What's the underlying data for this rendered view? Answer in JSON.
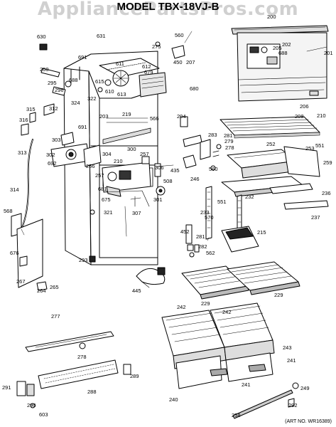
{
  "watermark": "AppliancePartsPros.com",
  "title": "MODEL TBX-18VJ-B",
  "art_number": "(ART NO. WR16389)",
  "parts": [
    {
      "id": "p630",
      "label": "630"
    },
    {
      "id": "p631",
      "label": "631"
    },
    {
      "id": "p560a",
      "label": "560"
    },
    {
      "id": "p200",
      "label": "200"
    },
    {
      "id": "p202",
      "label": "202"
    },
    {
      "id": "p205",
      "label": "205"
    },
    {
      "id": "p688a",
      "label": "688"
    },
    {
      "id": "p201",
      "label": "201"
    },
    {
      "id": "p275",
      "label": "275"
    },
    {
      "id": "p612",
      "label": "612"
    },
    {
      "id": "p679",
      "label": "679"
    },
    {
      "id": "p611",
      "label": "611"
    },
    {
      "id": "p691a",
      "label": "691"
    },
    {
      "id": "p450",
      "label": "450"
    },
    {
      "id": "p207",
      "label": "207"
    },
    {
      "id": "p260",
      "label": "260"
    },
    {
      "id": "p295",
      "label": "295"
    },
    {
      "id": "p296",
      "label": "296"
    },
    {
      "id": "p688b",
      "label": "688"
    },
    {
      "id": "p615",
      "label": "615"
    },
    {
      "id": "p610",
      "label": "610"
    },
    {
      "id": "p613",
      "label": "613"
    },
    {
      "id": "p322",
      "label": "322"
    },
    {
      "id": "p680",
      "label": "680"
    },
    {
      "id": "p324",
      "label": "324"
    },
    {
      "id": "p315",
      "label": "315"
    },
    {
      "id": "p312",
      "label": "312"
    },
    {
      "id": "p316",
      "label": "316"
    },
    {
      "id": "p206",
      "label": "206"
    },
    {
      "id": "p208",
      "label": "208"
    },
    {
      "id": "p210",
      "label": "210"
    },
    {
      "id": "p203",
      "label": "203"
    },
    {
      "id": "p219",
      "label": "219"
    },
    {
      "id": "p566",
      "label": "566"
    },
    {
      "id": "p204",
      "label": "204"
    },
    {
      "id": "p691b",
      "label": "691"
    },
    {
      "id": "p303",
      "label": "303"
    },
    {
      "id": "p283",
      "label": "283"
    },
    {
      "id": "p281a",
      "label": "281"
    },
    {
      "id": "p279",
      "label": "279"
    },
    {
      "id": "p278",
      "label": "278"
    },
    {
      "id": "p252",
      "label": "252"
    },
    {
      "id": "p253",
      "label": "253"
    },
    {
      "id": "p551a",
      "label": "551"
    },
    {
      "id": "p313",
      "label": "313"
    },
    {
      "id": "p302",
      "label": "302"
    },
    {
      "id": "p304",
      "label": "304"
    },
    {
      "id": "p300",
      "label": "300"
    },
    {
      "id": "p257a",
      "label": "257"
    },
    {
      "id": "p692",
      "label": "692"
    },
    {
      "id": "p256",
      "label": "256"
    },
    {
      "id": "p210b",
      "label": "210"
    },
    {
      "id": "p306",
      "label": "306"
    },
    {
      "id": "p435",
      "label": "435"
    },
    {
      "id": "p560b",
      "label": "560"
    },
    {
      "id": "p259",
      "label": "259"
    },
    {
      "id": "p257b",
      "label": "257"
    },
    {
      "id": "p681",
      "label": "681"
    },
    {
      "id": "p508",
      "label": "508"
    },
    {
      "id": "p246",
      "label": "246"
    },
    {
      "id": "p236",
      "label": "236"
    },
    {
      "id": "p314",
      "label": "314"
    },
    {
      "id": "p568",
      "label": "568"
    },
    {
      "id": "p675",
      "label": "675"
    },
    {
      "id": "p301",
      "label": "301"
    },
    {
      "id": "p551b",
      "label": "551"
    },
    {
      "id": "p232",
      "label": "232"
    },
    {
      "id": "p237",
      "label": "237"
    },
    {
      "id": "p307",
      "label": "307"
    },
    {
      "id": "p321",
      "label": "321"
    },
    {
      "id": "p233",
      "label": "233"
    },
    {
      "id": "p570",
      "label": "570"
    },
    {
      "id": "p452",
      "label": "452"
    },
    {
      "id": "p281b",
      "label": "281"
    },
    {
      "id": "p282",
      "label": "282"
    },
    {
      "id": "p562",
      "label": "562"
    },
    {
      "id": "p215",
      "label": "215"
    },
    {
      "id": "p676",
      "label": "676"
    },
    {
      "id": "p293",
      "label": "293"
    },
    {
      "id": "p267",
      "label": "267"
    },
    {
      "id": "p264",
      "label": "264"
    },
    {
      "id": "p265",
      "label": "265"
    },
    {
      "id": "p445",
      "label": "445"
    },
    {
      "id": "p229a",
      "label": "229"
    },
    {
      "id": "p229b",
      "label": "229"
    },
    {
      "id": "p277",
      "label": "277"
    },
    {
      "id": "p242a",
      "label": "242"
    },
    {
      "id": "p242b",
      "label": "242"
    },
    {
      "id": "p278b",
      "label": "278"
    },
    {
      "id": "p243",
      "label": "243"
    },
    {
      "id": "p241a",
      "label": "241"
    },
    {
      "id": "p289",
      "label": "289"
    },
    {
      "id": "p288",
      "label": "288"
    },
    {
      "id": "p240",
      "label": "240"
    },
    {
      "id": "p241b",
      "label": "241"
    },
    {
      "id": "p291",
      "label": "291"
    },
    {
      "id": "p290",
      "label": "290"
    },
    {
      "id": "p603",
      "label": "603"
    },
    {
      "id": "p249",
      "label": "249"
    },
    {
      "id": "p292",
      "label": "292"
    },
    {
      "id": "p258",
      "label": "258"
    }
  ]
}
